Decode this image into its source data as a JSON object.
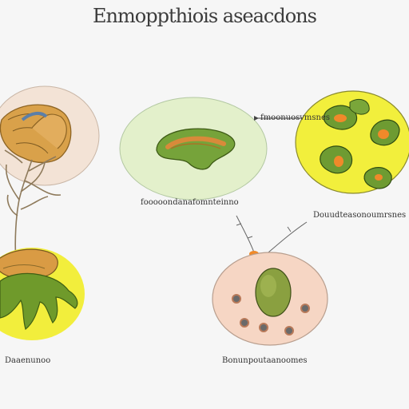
{
  "diagram": {
    "title": "Enmoppthiois aseacdons",
    "labels": {
      "top_pointer": "fmoonuosvmsnes",
      "middle_left_panel": "fooooondanafomnteinno",
      "right_panel": "Douudteasonoumrsnes",
      "bottom_left_panel": "Daaenunoo",
      "bottom_right_panel": "Bonunpoutaanoomes"
    },
    "colors": {
      "background": "#f6f6f6",
      "pale_panel": "#f3e6d8",
      "green_panel": "#e2f0cb",
      "yellow_panel": "#f2ef3d",
      "tan_organ": "#d9a14a",
      "leaf_green": "#6f9a2b",
      "orange_spot": "#f08a2a",
      "cell_pink": "#f6d6c4",
      "nucleus": "#8aa040"
    }
  }
}
